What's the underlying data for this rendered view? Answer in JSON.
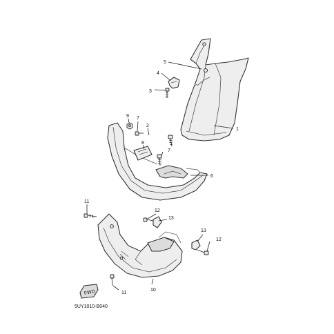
{
  "diagram": {
    "callouts": [
      "1",
      "2",
      "3",
      "4",
      "5",
      "6",
      "7",
      "7",
      "8",
      "9",
      "10",
      "11",
      "11",
      "12",
      "12",
      "13",
      "13"
    ],
    "direction_tag": "FWD",
    "drawing_code": "5UY1010-B040"
  },
  "colors": {
    "line": "#333333",
    "part_fill": "#eeeeee",
    "background": "#ffffff"
  }
}
